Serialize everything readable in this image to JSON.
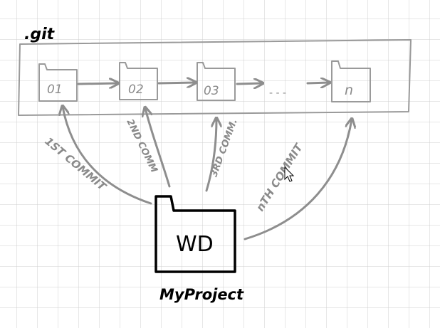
{
  "diagram": {
    "repo_label": ".git",
    "commits": [
      {
        "label": "01"
      },
      {
        "label": "02"
      },
      {
        "label": "03"
      },
      {
        "label": "n"
      }
    ],
    "ellipsis": "- - -",
    "arrow_labels": {
      "first": "1ST COMMIT",
      "second": "2ND COMM",
      "third": "3RD COMM.",
      "nth": "nTH COMMIT"
    },
    "working_dir_label": "WD",
    "project_label": "MyProject"
  },
  "colors": {
    "grid": "#cfcfcf",
    "sketch_grey": "#8e8e8e",
    "ink": "#000000"
  }
}
